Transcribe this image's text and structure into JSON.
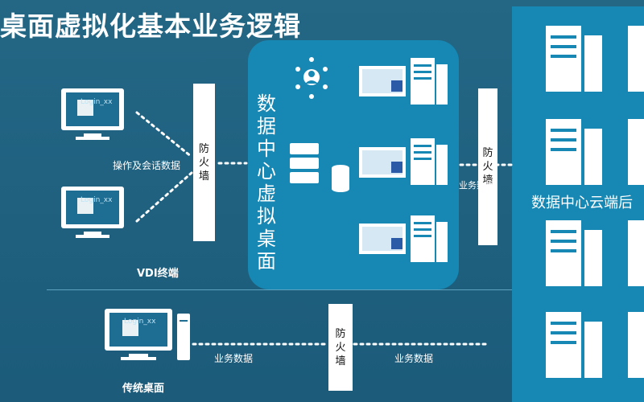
{
  "title": "桌面虚拟化基本业务逻辑",
  "firewall": [
    "防",
    "火",
    "墙"
  ],
  "firewall_mid_chars": [
    "防",
    "火",
    "墙"
  ],
  "ops_label": "操作及会话数据",
  "vdi_label": "VDI终端",
  "dc_label": "数据中心虚拟桌面",
  "biz_data_label": "业务数据",
  "cloud_label": "数据中心云端后",
  "legacy_label": "传统桌面",
  "login_text": "Login_xx",
  "colors": {
    "bg": "#1d5f7f",
    "panel": "#1787b3",
    "firewall": "#ffffff"
  },
  "icons": [
    "monitor-icon",
    "server-icon",
    "user-network-icon",
    "database-icon",
    "document-icon",
    "pc-tower-icon"
  ]
}
